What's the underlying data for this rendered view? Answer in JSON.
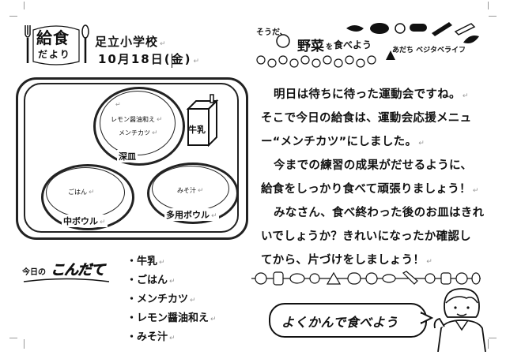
{
  "header": {
    "logo_top": "給食",
    "logo_bottom": "だより",
    "school": "足立小学校",
    "date": "10月18日(金)"
  },
  "campaign": {
    "prefix": "そうだ、",
    "title_main": "野菜",
    "title_wo": "を",
    "title_end": "食べよう",
    "subtitle": "あだち ベジタベライフ"
  },
  "tray": {
    "fukazara_items": [
      "レモン醤油和え",
      "メンチカツ"
    ],
    "fukazara_label": "深皿",
    "milk_label": "牛乳",
    "chu_bowl_item": "ごはん",
    "chu_bowl_label": "中ボウル",
    "tayo_bowl_item": "みそ汁",
    "tayo_bowl_label": "多用ボウル"
  },
  "menu": {
    "heading_small": "今日の",
    "heading_big": "こんだて",
    "items": [
      "・牛乳",
      "・ごはん",
      "・メンチカツ",
      "・レモン醤油和え",
      "・みそ汁"
    ]
  },
  "article": {
    "lines": [
      "明日は待ちに待った運動会ですね。",
      "そこで今日の給食は、運動会応援メニュ",
      "ー“メンチカツ”にしました。",
      "今までの練習の成果がだせるように、",
      "給食をしっかり食べて頑張りましょう！",
      "みなさん、食べ終わった後のお皿はきれ",
      "いでしょうか？きれいになったか確認し",
      "てから、片づけをしましょう！"
    ]
  },
  "slogan": "よくかんで食べよう",
  "return_mark": "↵",
  "colors": {
    "ink": "#111111",
    "guide": "#999999"
  }
}
